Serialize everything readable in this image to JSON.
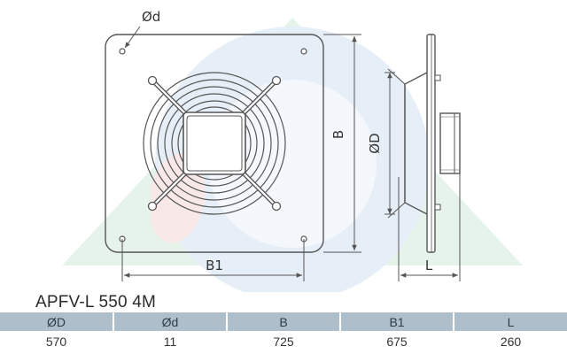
{
  "drawing": {
    "labels": {
      "hole_diameter": "Ød",
      "height": "B",
      "width": "B1",
      "diameter": "ØD",
      "length": "L"
    },
    "colors": {
      "line": "#555555",
      "watermark_green": "#e3f2e8",
      "watermark_blue": "#e4eef8",
      "watermark_red": "#f8e6e6"
    }
  },
  "model": {
    "name": "APFV-L 550 4M"
  },
  "table": {
    "headers": [
      "ØD",
      "Ød",
      "B",
      "B1",
      "L"
    ],
    "values": [
      "570",
      "11",
      "725",
      "675",
      "260"
    ],
    "colors": {
      "header_bg": "#aebfcb"
    }
  }
}
